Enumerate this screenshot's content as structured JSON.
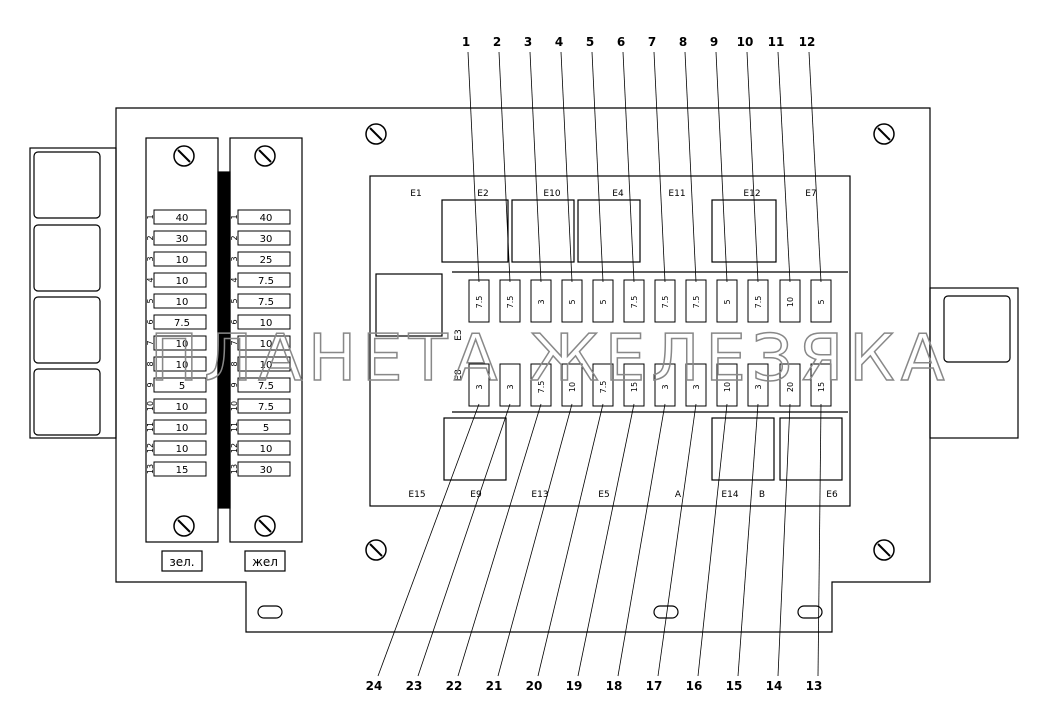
{
  "callouts_top": [
    "1",
    "2",
    "3",
    "4",
    "5",
    "6",
    "7",
    "8",
    "9",
    "10",
    "11",
    "12"
  ],
  "callouts_bottom": [
    "24",
    "23",
    "22",
    "21",
    "20",
    "19",
    "18",
    "17",
    "16",
    "15",
    "14",
    "13"
  ],
  "relay_labels_top": [
    "E1",
    "E2",
    "E10",
    "E4",
    "E11",
    "E12",
    "E7"
  ],
  "relay_labels_bottom": [
    "E15",
    "E9",
    "E13",
    "E5",
    "A",
    "E14",
    "B",
    "E6"
  ],
  "fuse_row_top": [
    "7.5",
    "7.5",
    "3",
    "5",
    "5",
    "7.5",
    "7.5",
    "7.5",
    "5",
    "7.5",
    "10",
    "5"
  ],
  "fuse_row_bottom": [
    "3",
    "3",
    "7.5",
    "10",
    "7.5",
    "15",
    "3",
    "3",
    "10",
    "3",
    "20",
    "15"
  ],
  "side_marks": [
    "E3",
    "E8"
  ],
  "left_block": {
    "tag": "зел.",
    "index": [
      "1",
      "2",
      "3",
      "4",
      "5",
      "6",
      "7",
      "8",
      "9",
      "10",
      "11",
      "12",
      "13"
    ],
    "values": [
      "40",
      "30",
      "10",
      "10",
      "10",
      "7.5",
      "10",
      "10",
      "5",
      "10",
      "10",
      "10",
      "15"
    ]
  },
  "right_block": {
    "tag": "жел",
    "index": [
      "1",
      "2",
      "3",
      "4",
      "5",
      "6",
      "7",
      "8",
      "9",
      "10",
      "11",
      "12",
      "13"
    ],
    "values": [
      "40",
      "30",
      "25",
      "7.5",
      "7.5",
      "10",
      "10",
      "10",
      "7.5",
      "7.5",
      "5",
      "10",
      "30"
    ]
  },
  "watermark": "ПЛАНЕТА ЖЕЛЕЗЯКА"
}
